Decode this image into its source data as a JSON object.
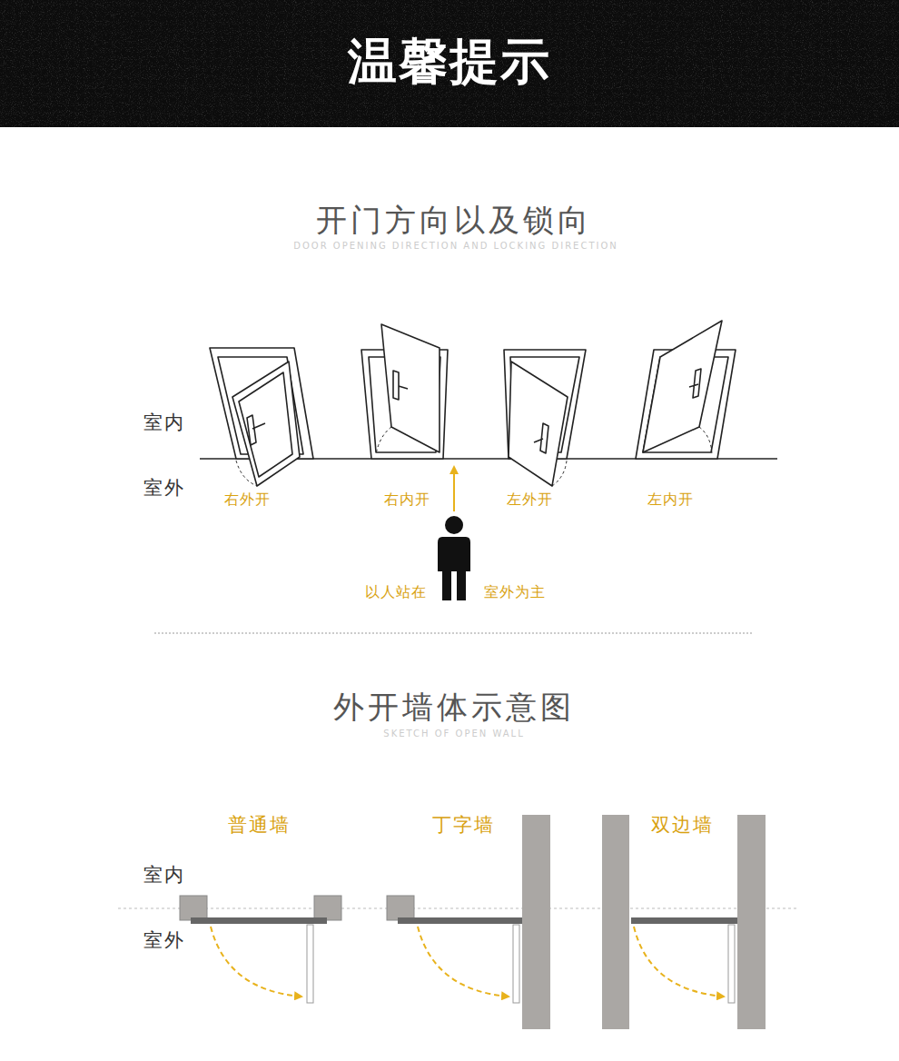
{
  "diagram": {
    "title": "温馨提示",
    "labels": [
      "开门方向以及锁向",
      "DOOR OPENING DIRECTION AND LOCKING DIRECTION",
      "室内",
      "室外",
      "右外开",
      "右内开",
      "左外开",
      "左内开",
      "以人站在",
      "室外为主",
      "外开墙体示意图",
      "SKETCH OF OPEN WALL",
      "普通墙",
      "丁字墙",
      "双边墙",
      "室内",
      "室外"
    ]
  }
}
